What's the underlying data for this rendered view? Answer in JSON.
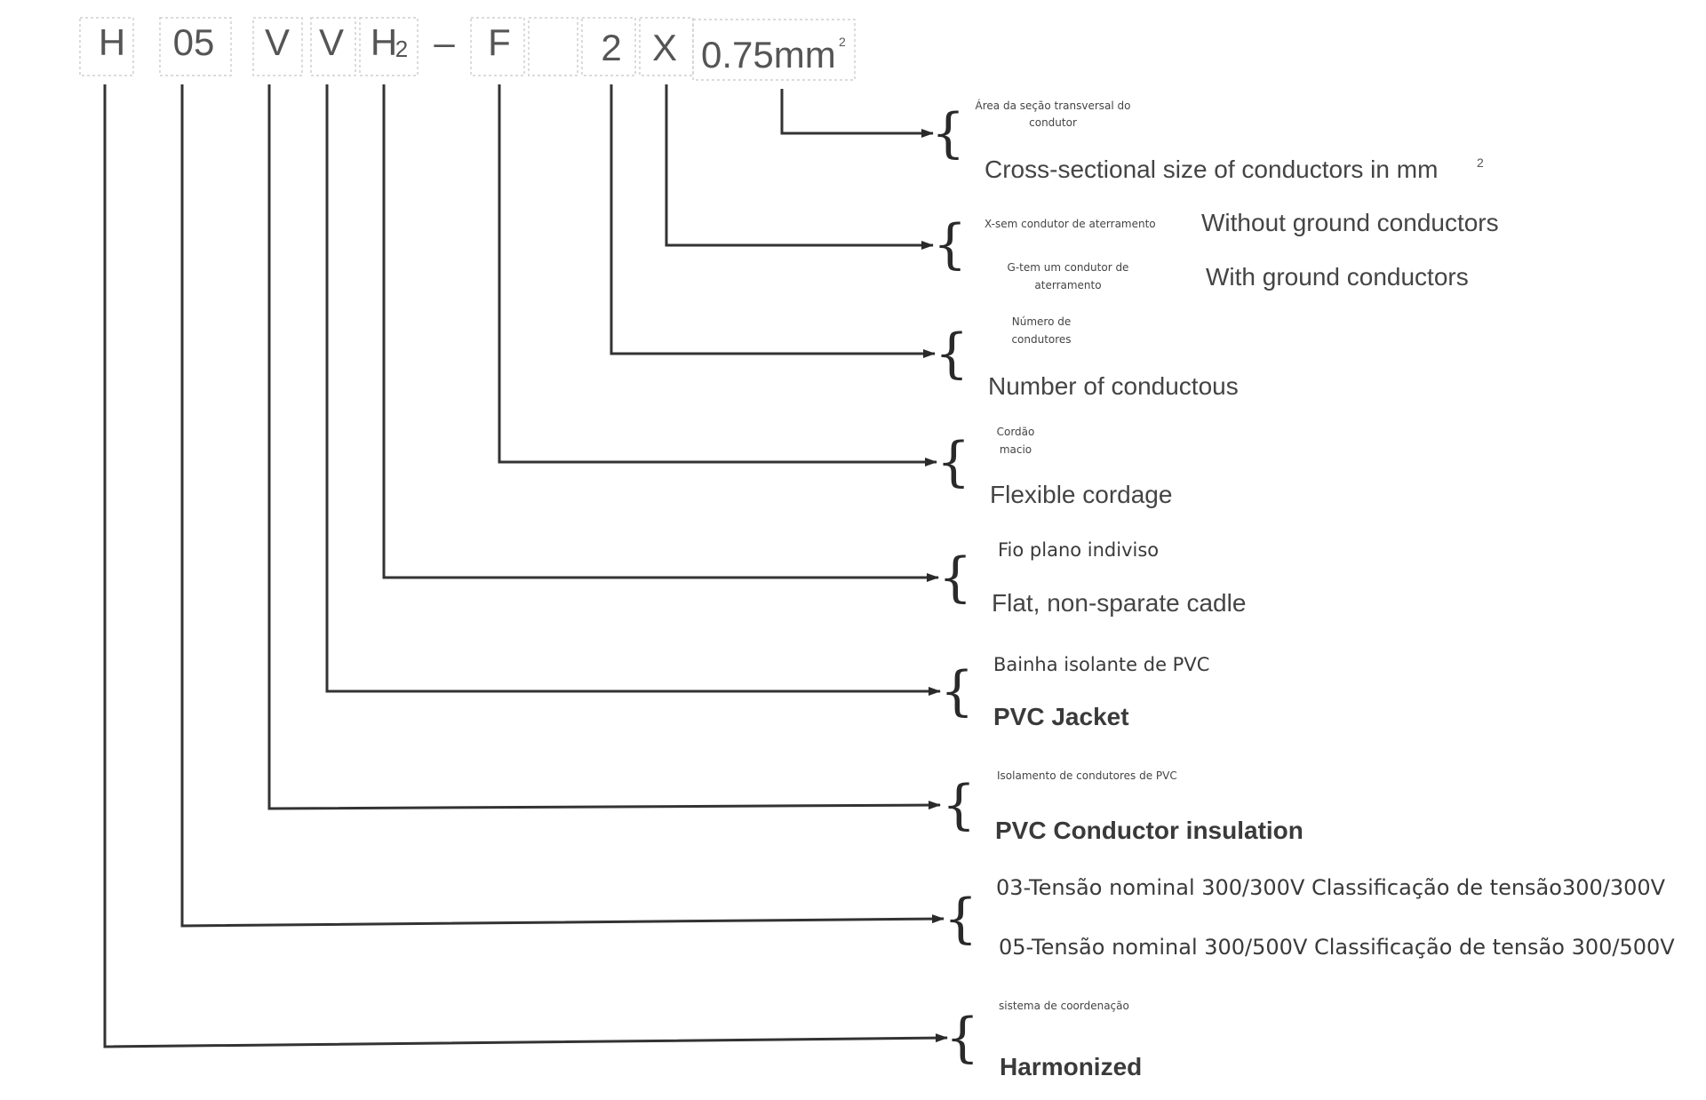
{
  "code": {
    "h": "H",
    "voltage": "05",
    "v_insulation": "V",
    "v_jacket": "V",
    "h2_letter": "H",
    "h2_sub": "2",
    "dash": "–",
    "f": "F",
    "count": "2",
    "x": "X",
    "size": "0.75mm",
    "size_sup": "2"
  },
  "brace_char": "{",
  "labels": {
    "area_pt_line1": "Área da seção transversal do",
    "area_pt_line2": "condutor",
    "area_en": "Cross-sectional size of conductors in mm",
    "area_en_sup": "2",
    "x_pt": "X-sem condutor de aterramento",
    "x_en": "Without ground conductors",
    "g_pt_line1": "G-tem um condutor de",
    "g_pt_line2": "aterramento",
    "g_en": "With ground conductors",
    "number_pt_line1": "Número de",
    "number_pt_line2": "condutores",
    "number_en": "Number of conductous",
    "flex_pt_line1": "Cordão",
    "flex_pt_line2": "macio",
    "flex_en": "Flexible cordage",
    "flat_pt": "Fio plano indiviso",
    "flat_en": "Flat, non-sparate cadle",
    "jacket_pt": "Bainha isolante de PVC",
    "jacket_en": "PVC Jacket",
    "insul_pt": "Isolamento de condutores de PVC",
    "insul_en": "PVC Conductor insulation",
    "volt_03": "03-Tensão nominal 300/300V Classificação de tensão300/300V",
    "volt_05": "05-Tensão nominal 300/500V Classificação de tensão 300/500V",
    "harm_pt": "sistema de coordenação",
    "harm_en": "Harmonized"
  }
}
